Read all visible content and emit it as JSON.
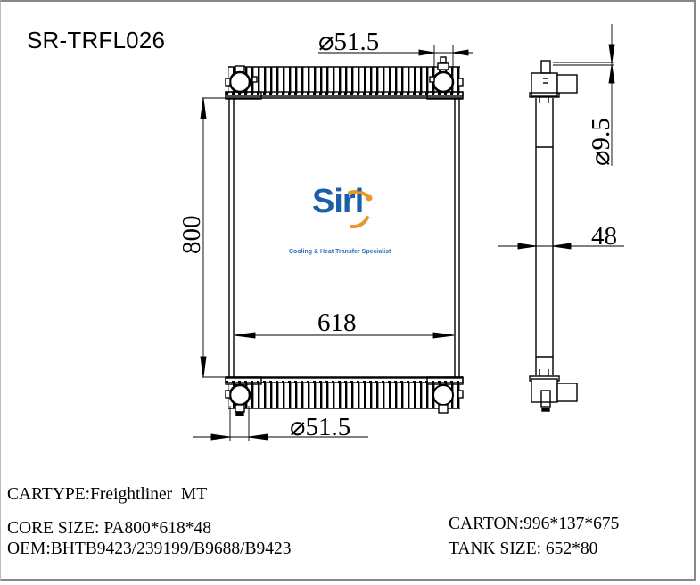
{
  "title": "SR-TRFL026",
  "logo": {
    "brand": "Siri",
    "tagline": "Cooling & Heat Transfer Specialist",
    "colors": {
      "text": "#1c5ea8",
      "arc": "#e8962a"
    }
  },
  "dimensions": {
    "top_inlet": "⌀51.5",
    "bottom_outlet": "⌀51.5",
    "height": "800",
    "width": "618",
    "side_fitting": "⌀9.5",
    "core_thickness": "48"
  },
  "specs": {
    "cartype": "CARTYPE:Freightliner  MT",
    "core_size": "CORE SIZE: PA800*618*48",
    "oem": "OEM:BHTB9423/239199/B9688/B9423",
    "carton": "CARTON:996*137*675",
    "tank_size": "TANK SIZE: 652*80"
  }
}
